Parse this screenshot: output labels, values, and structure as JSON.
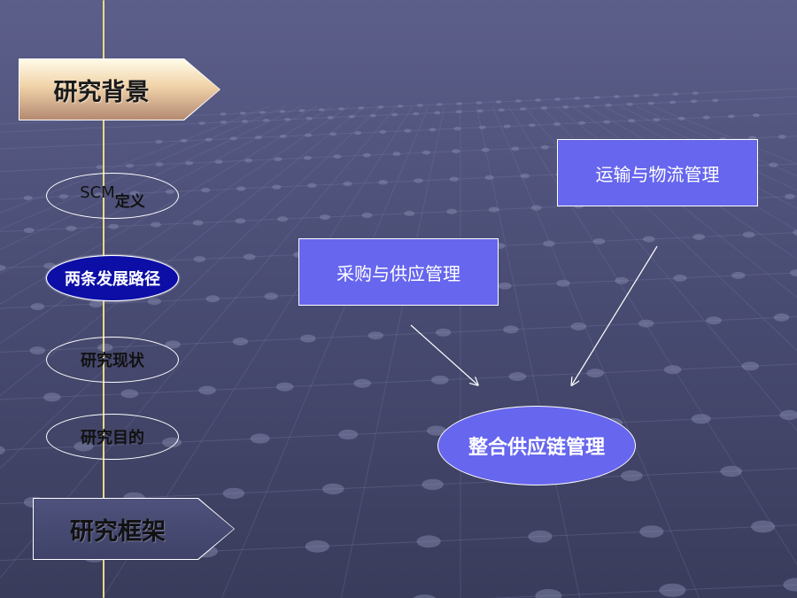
{
  "nav": {
    "section_top": "研究背景",
    "items": [
      {
        "label": "SCM",
        "label_suffix": "定义",
        "active": false
      },
      {
        "label": "两条发展路径",
        "active": true
      },
      {
        "label": "研究现状",
        "active": false
      },
      {
        "label": "研究目的",
        "active": false
      }
    ],
    "section_bottom": "研究框架"
  },
  "diagram": {
    "node_logistics": "运输与物流管理",
    "node_procurement": "采购与供应管理",
    "node_result": "整合供应链管理"
  },
  "colors": {
    "node_fill": "#6666ee",
    "active_fill": "#0c0ea6",
    "guide_line": "#e8d98a"
  }
}
